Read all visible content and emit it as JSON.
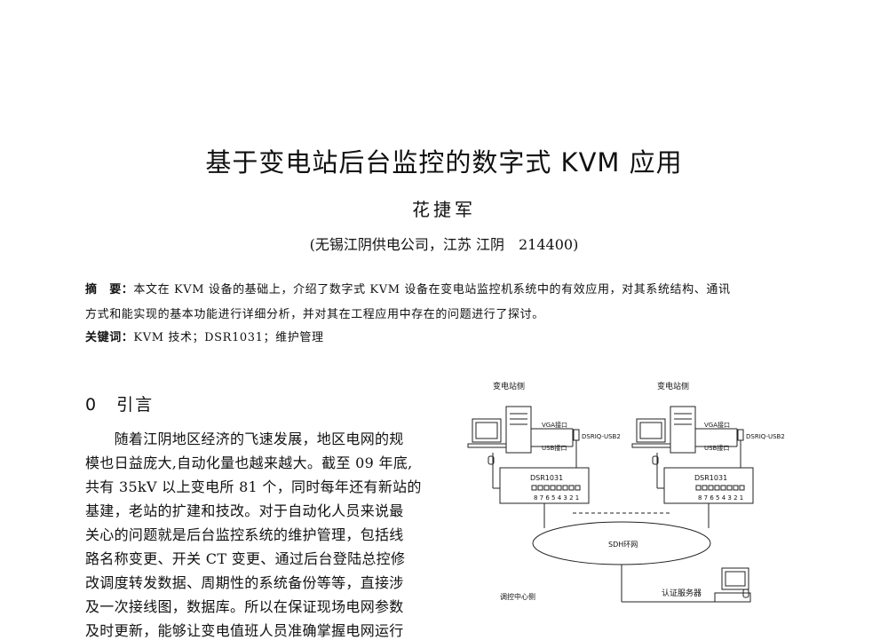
{
  "title": "基于变电站后台监控的数字式 KVM 应用",
  "author": "花捷军",
  "affiliation": "(无锡江阴供电公司，江苏 江阴　214400)",
  "abstract": {
    "label": "摘　要：",
    "line1": "本文在 KVM 设备的基础上，介绍了数字式 KVM 设备在变电站监控机系统中的有效应用，对其系统结构、通讯",
    "line2": "方式和能实现的基本功能进行详细分析，并对其在工程应用中存在的问题进行了探讨。"
  },
  "keywords": {
    "label": "关键词：",
    "value": "KVM 技术；DSR1031；维护管理"
  },
  "section": {
    "heading": "0　引言",
    "lines": [
      "　　随着江阴地区经济的飞速发展，地区电网的规",
      "模也日益庞大,自动化量也越来越大。截至 09 年底,",
      "共有 35kV 以上变电所 81 个，同时每年还有新站的",
      "基建，老站的扩建和技改。对于自动化人员来说最",
      "关心的问题就是后台监控系统的维护管理，包括线",
      "路名称变更、开关 CT 变更、通过后台登陆总控修",
      "改调度转发数据、周期性的系统备份等等，直接涉",
      "及一次接线图，数据库。所以在保证现场电网参数",
      "及时更新，能够让变电值班人员准确掌握电网运行"
    ]
  },
  "figure": {
    "left_site": "变电站侧",
    "right_site": "变电站侧",
    "vga_port": "VGA接口",
    "usb_port": "USB接口",
    "adapter": "DSRIQ-USB2",
    "switch_model": "DSR1031",
    "port_numbers": "8 7 6 5 4 3 2 1",
    "ring": "SDH环网",
    "control_center": "调控中心侧",
    "auth_server": "认证服务器"
  }
}
